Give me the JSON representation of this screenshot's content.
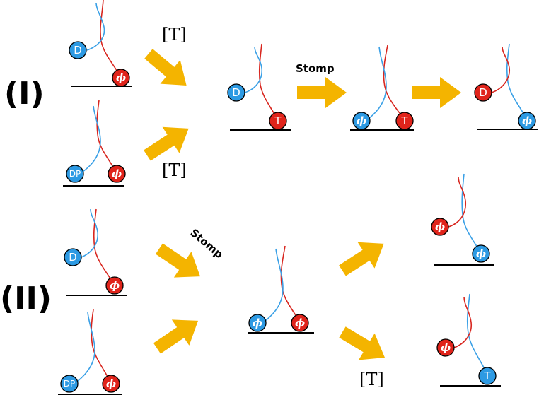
{
  "labels": {
    "row1": "(I)",
    "row2": "(II)",
    "t_label": "[T]",
    "stomp": "Stomp"
  },
  "head_text": {
    "D": "D",
    "DP": "DP",
    "T": "T",
    "phi": "ϕ"
  },
  "colors": {
    "blue_head": "#2d9ae3",
    "red_head": "#e0241b",
    "blue_line": "#3aa0e6",
    "red_line": "#d8261f",
    "arrow": "#f4b400",
    "ground": "#000000"
  }
}
